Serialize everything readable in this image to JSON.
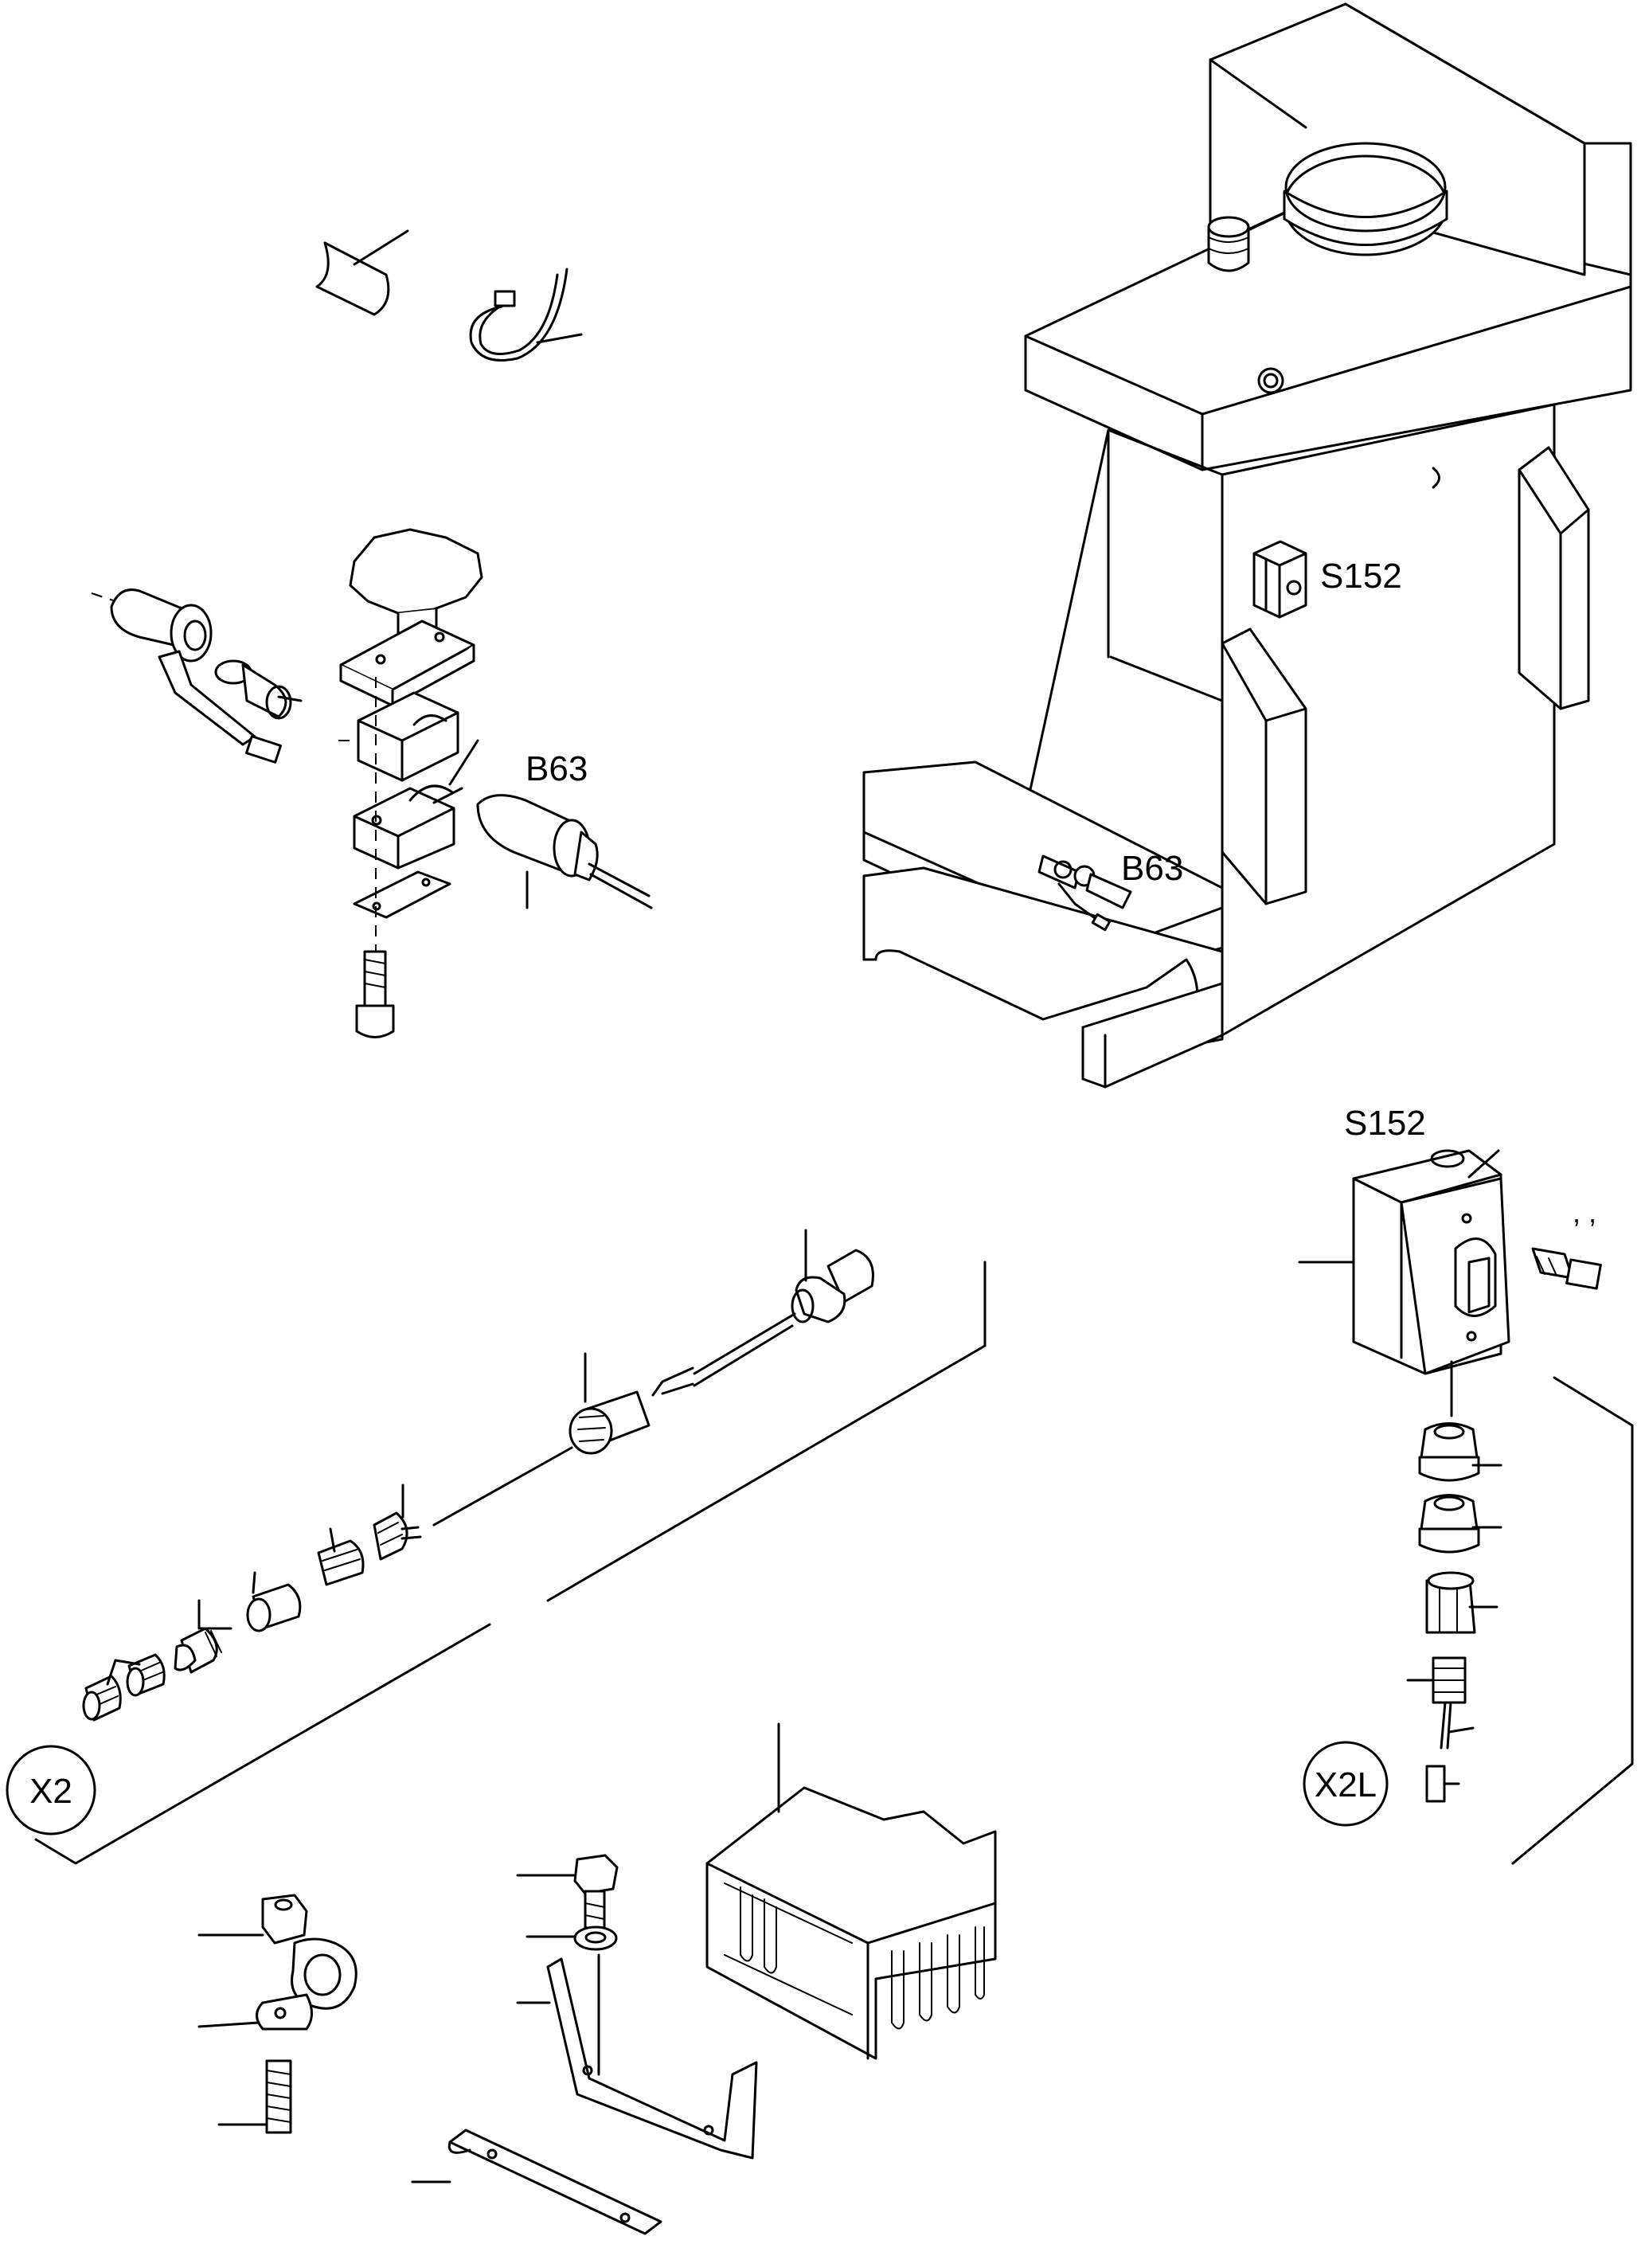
{
  "diagram": {
    "labels": {
      "b63_detail": "B63",
      "b63_machine": "B63",
      "s152_machine": "S152",
      "s152_detail": "S152",
      "x2": "X2",
      "x2l": "X2L",
      "tick_marks": ",   ,"
    }
  }
}
